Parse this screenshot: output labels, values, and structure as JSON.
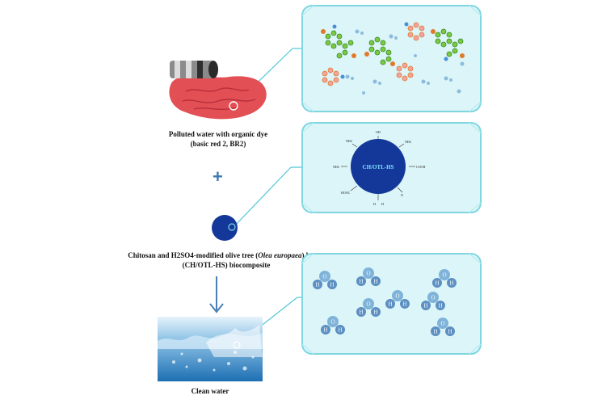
{
  "captions": {
    "polluted_line1": "Polluted water with organic dye",
    "polluted_line2": "(basic red 2, BR2)",
    "biocomposite_line1_pre": "Chitosan and H2SO4-modified olive tree (",
    "biocomposite_line1_italic": "Olea europaea",
    "biocomposite_line1_post": ") leaves",
    "biocomposite_line2": "(CH/OTL-HS) biocomposite",
    "clean": "Clean water"
  },
  "plus_sign": "+",
  "sphere": {
    "label": "CH/OTL-HS",
    "groups": [
      "OH",
      "NH2",
      "NH2",
      "NH2",
      "COOH",
      "HOOC",
      "N",
      "H",
      "H"
    ]
  },
  "water_molecule": {
    "center_atom": "O",
    "side_atoms": [
      "H",
      "H"
    ]
  },
  "colors": {
    "panel_fill": "#dcf5f8",
    "panel_stroke": "#7fd6e0",
    "connector": "#4fc7d6",
    "sphere": "#14389a",
    "dye": "#e24f55",
    "arrow": "#4a7fb8"
  }
}
